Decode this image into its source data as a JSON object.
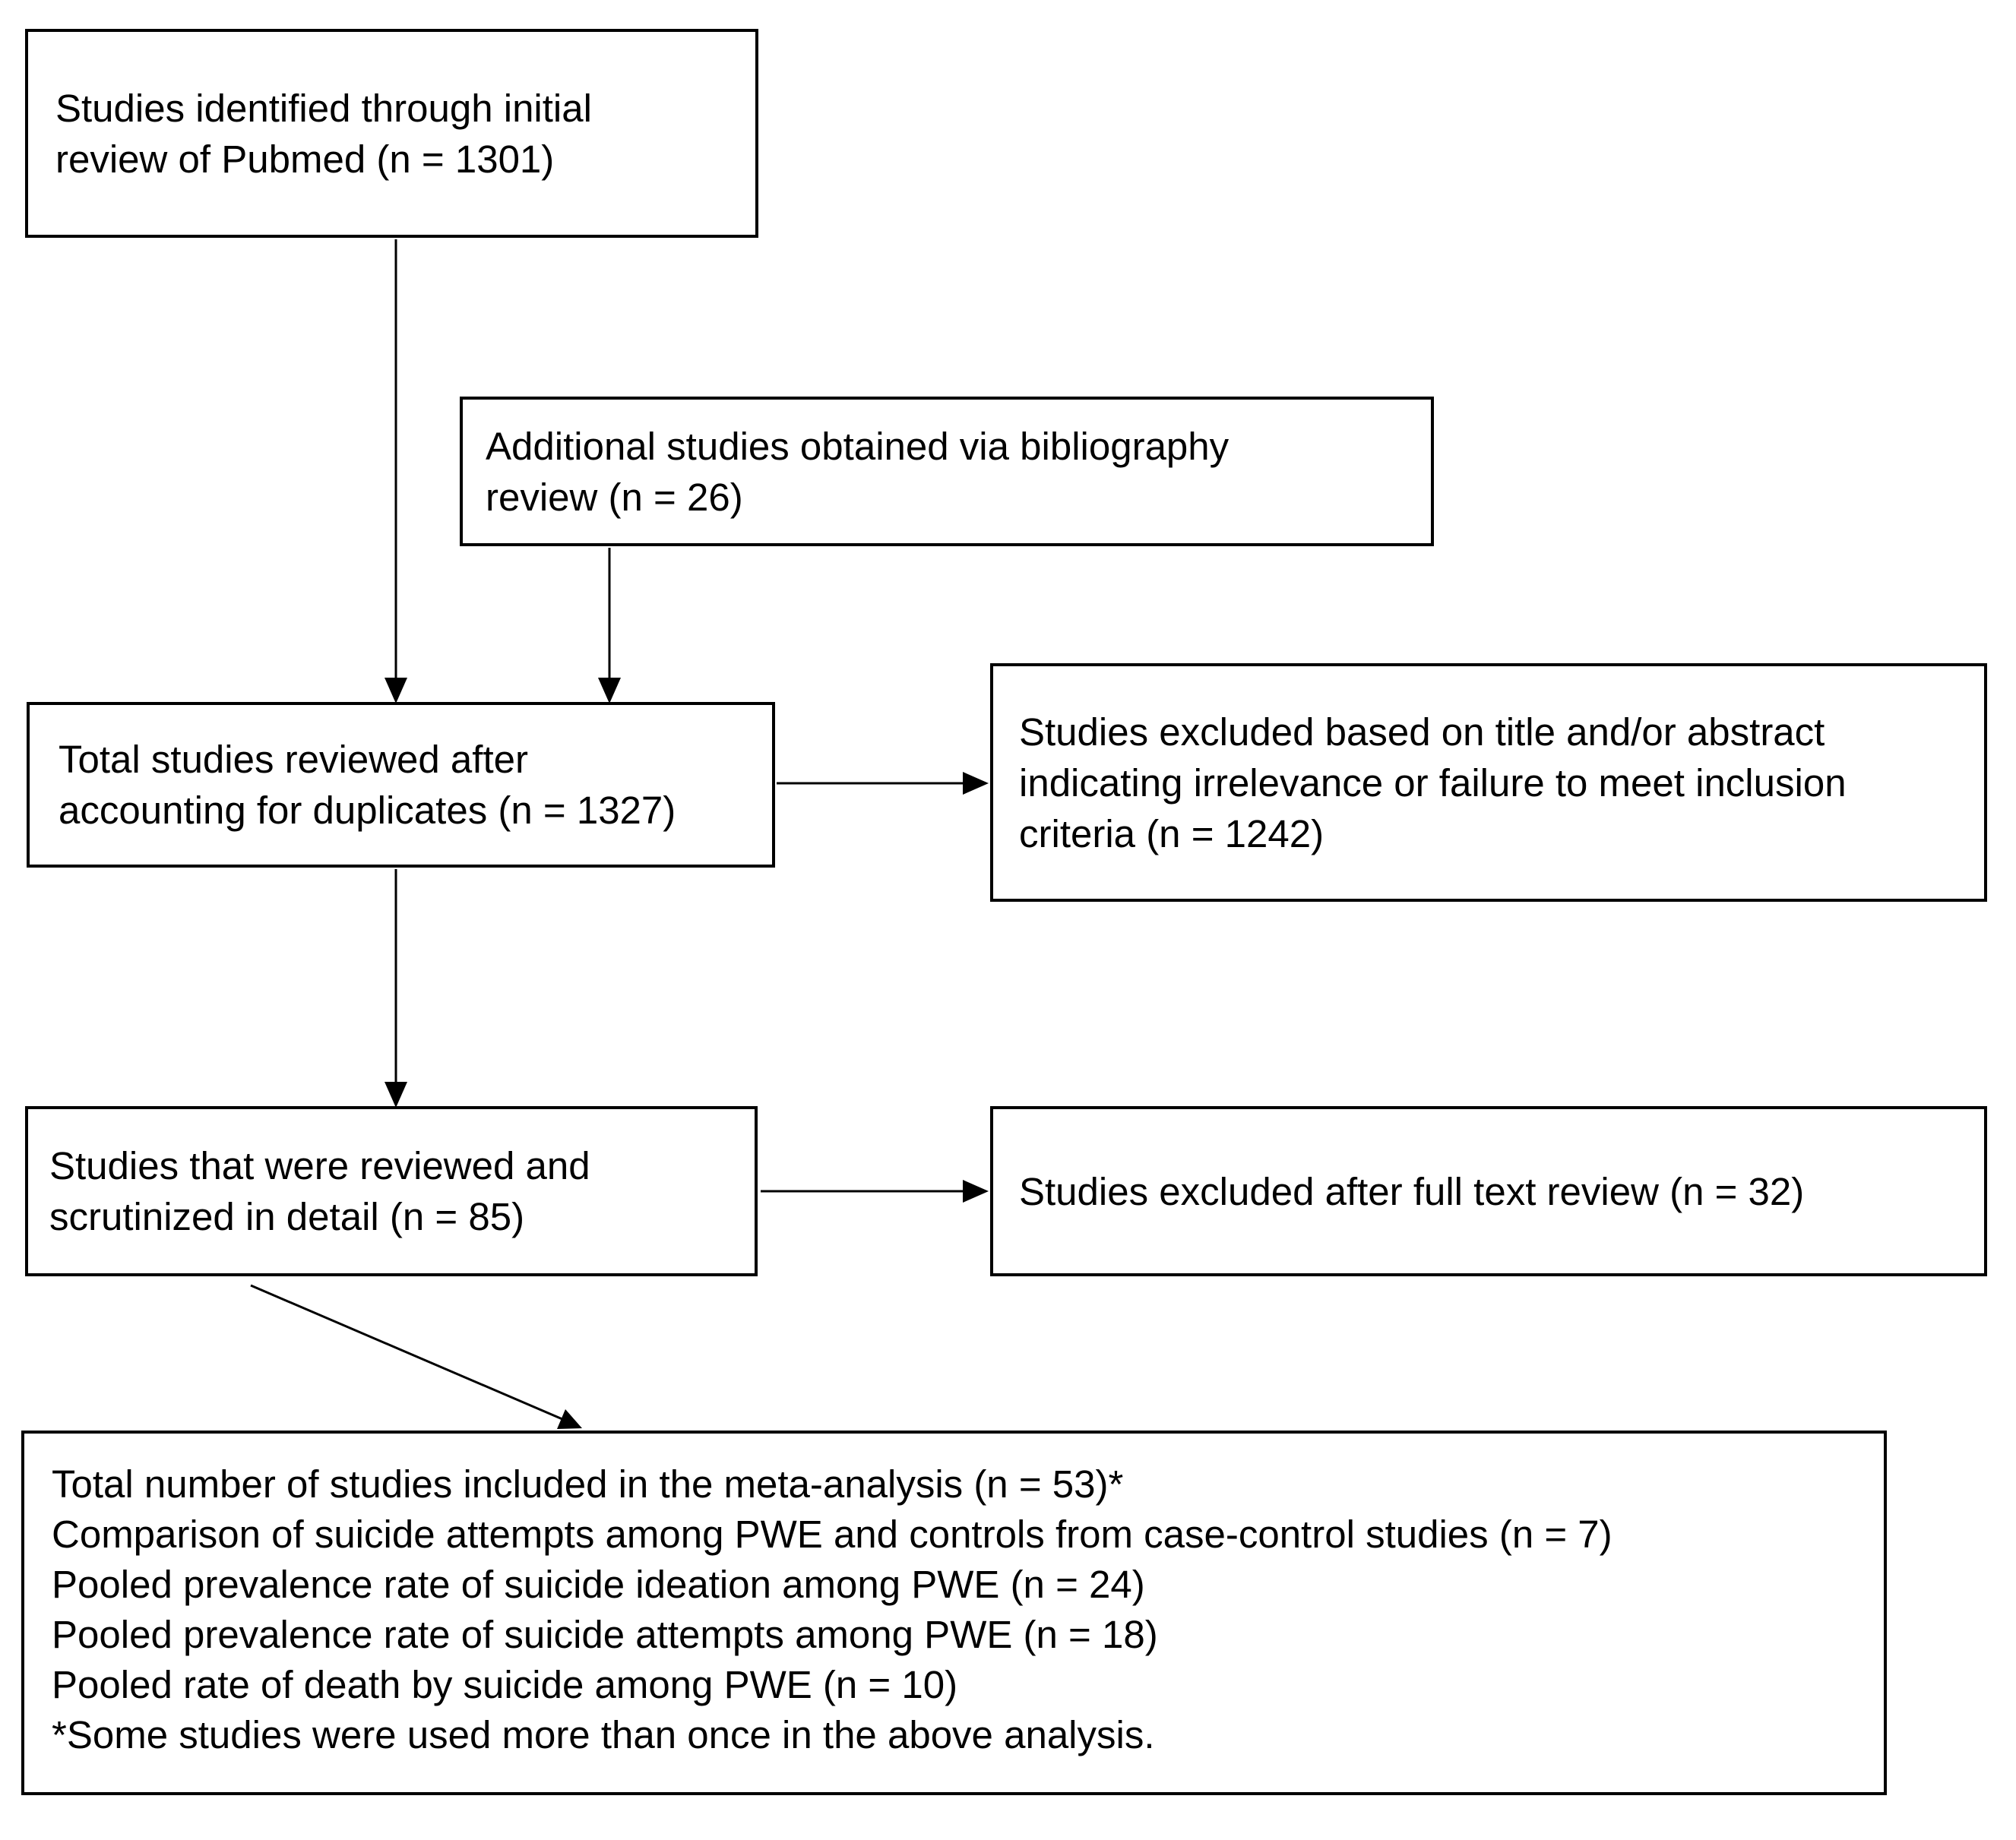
{
  "colors": {
    "border": "#000000",
    "background": "#ffffff",
    "text": "#000000"
  },
  "flowchart": {
    "identified": {
      "lines": [
        "Studies identified through initial",
        "review of Pubmed (n = 1301)"
      ]
    },
    "bibliography": {
      "lines": [
        "Additional studies obtained via bibliography",
        "review (n = 26)"
      ]
    },
    "total_reviewed": {
      "lines": [
        "Total studies reviewed after",
        "accounting for duplicates (n = 1327)"
      ]
    },
    "excluded_abstract": {
      "lines": [
        "Studies excluded based on title and/or abstract",
        "indicating irrelevance or failure to meet inclusion",
        "criteria (n = 1242)"
      ]
    },
    "reviewed_detail": {
      "lines": [
        "Studies that were reviewed and",
        "scrutinized in detail (n = 85)"
      ]
    },
    "excluded_fulltext": {
      "lines": [
        "Studies excluded after full text review (n = 32)"
      ]
    },
    "included": {
      "lines": [
        "Total number of studies included in the meta-analysis (n = 53)*",
        "Comparison of suicide attempts among PWE and controls from case-control studies (n = 7)",
        "Pooled prevalence rate of suicide ideation among PWE (n = 24)",
        "Pooled prevalence rate of suicide attempts among PWE (n = 18)",
        "Pooled rate of death by suicide among PWE (n = 10)",
        "*Some studies were used more than once in the above analysis."
      ]
    }
  }
}
